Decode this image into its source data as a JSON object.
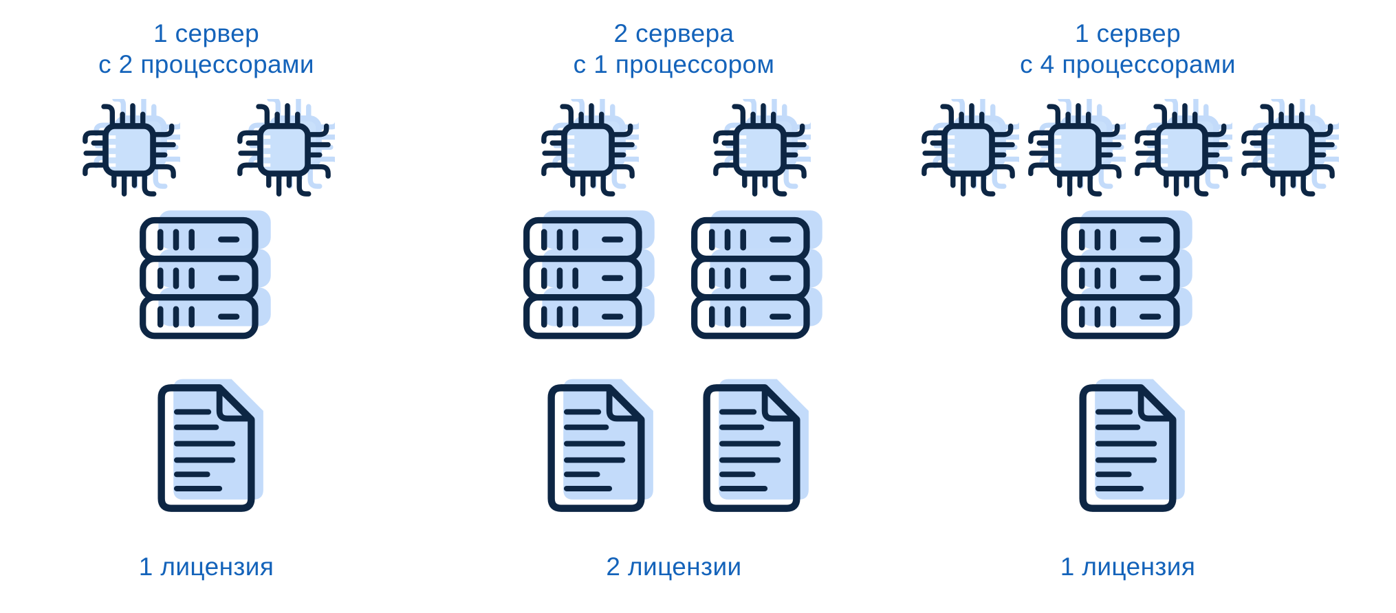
{
  "colors": {
    "background": "#ffffff",
    "navy": "#0d2644",
    "icon_fill": "#c9e0fb",
    "icon_shadow": "#c3dbfa",
    "text_blue": "#1463ba"
  },
  "columns": [
    {
      "title_line1": "1 сервер",
      "title_line2": "с 2 процессорами",
      "cpu_count": 2,
      "server_count": 1,
      "license_count": 1,
      "bottom_label": "1 лицензия"
    },
    {
      "title_line1": "2 сервера",
      "title_line2": "с 1 процессором",
      "cpu_count": 2,
      "server_count": 2,
      "license_count": 2,
      "bottom_label": "2 лицензии"
    },
    {
      "title_line1": "1 сервер",
      "title_line2": "с 4 процессорами",
      "cpu_count": 4,
      "server_count": 1,
      "license_count": 1,
      "bottom_label": "1 лицензия"
    }
  ]
}
